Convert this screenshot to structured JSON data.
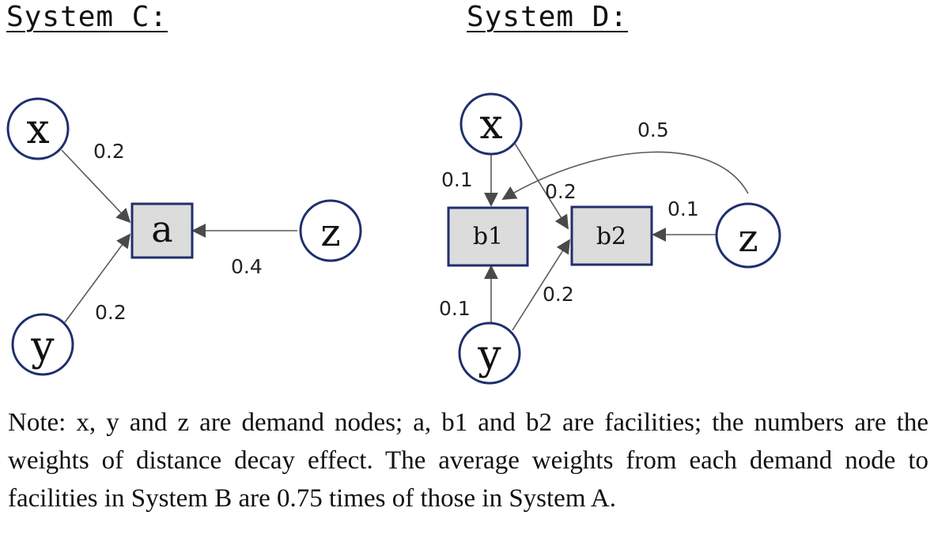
{
  "headings": {
    "system_c": "System C:",
    "system_d": "System D:"
  },
  "system_c": {
    "nodes": {
      "x": "x",
      "y": "y",
      "z": "z",
      "a": "a"
    },
    "edge_labels": {
      "x_a": "0.2",
      "y_a": "0.2",
      "z_a": "0.4"
    }
  },
  "system_d": {
    "nodes": {
      "x": "x",
      "y": "y",
      "z": "z",
      "b1": "b1",
      "b2": "b2"
    },
    "edge_labels": {
      "x_b1": "0.1",
      "x_b2": "0.2",
      "y_b1": "0.1",
      "y_b2": "0.2",
      "z_b2": "0.1",
      "z_b1": "0.5"
    }
  },
  "note": "Note: x, y and z are demand nodes; a, b1 and b2 are facilities; the numbers are the weights of distance decay effect. The average weights from each demand node to facilities in System B are 0.75 times of those in System A.",
  "colors": {
    "node_border": "#1f2f6e",
    "facility_fill": "#dcdcdc",
    "edge": "#5a5a5a"
  }
}
